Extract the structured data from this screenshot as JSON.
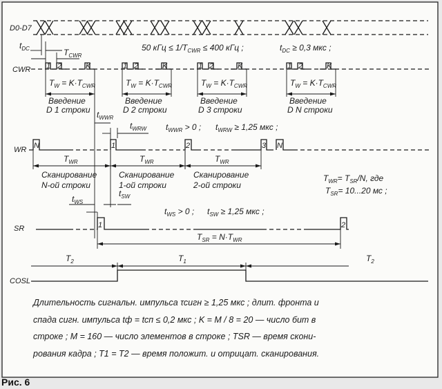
{
  "figure_caption": "Рис. 6",
  "signals": {
    "data": "D0-D7",
    "cwr": "CWR",
    "wr": "WR",
    "sr": "SR",
    "cosl": "COSL"
  },
  "constraints": {
    "cwr_freq": "50 кГц ≤ 1/T",
    "cwr_freq_sub": "CWR",
    "cwr_freq_tail": " ≤ 400 кГц ;",
    "tdc": "t",
    "tdc_sub": "DC",
    "tdc_tail": " ≥ 0,3 мкс ;",
    "twwr": "t",
    "twwr_sub": "WWR",
    "twwr_tail": " > 0 ;",
    "twrw": "t",
    "twrw_sub": "WRW",
    "twrw_tail": " ≥ 1,25 мкс ;",
    "tws": "t",
    "tws_sub": "WS",
    "tws_tail": " > 0 ;",
    "tsw": "t",
    "tsw_sub": "SW",
    "tsw_tail": " ≥ 1,25 мкс ;",
    "twr_eq": "T",
    "twr_eq_sub": "WR",
    "twr_eq_mid": "= T",
    "twr_eq_sub2": "SR",
    "twr_eq_tail": "/N, где",
    "tsr_eq": "T",
    "tsr_eq_sub": "SR",
    "tsr_eq_tail": "= 10...20 мс ;"
  },
  "cwr_pulses": [
    "1",
    "2",
    "K"
  ],
  "tw_label": {
    "a": "T",
    "a_sub": "W",
    "b": " = K·T",
    "b_sub": "CWR"
  },
  "rows_entry": [
    {
      "line1": "Введение",
      "line2": "D 1 строки"
    },
    {
      "line1": "Введение",
      "line2": "D 2 строки"
    },
    {
      "line1": "Введение",
      "line2": "D 3 строки"
    },
    {
      "line1": "Введение",
      "line2": "D N строки"
    }
  ],
  "wr_pulses": [
    "N",
    "1",
    "2",
    "3",
    "N"
  ],
  "twr_label": {
    "a": "T",
    "a_sub": "WR"
  },
  "scan_rows": [
    {
      "line1": "Сканирование",
      "line2": "N-ой строки"
    },
    {
      "line1": "Сканирование",
      "line2": "1-ой строки"
    },
    {
      "line1": "Сканирование",
      "line2": "2-ой строки"
    }
  ],
  "sr_pulses": [
    "1",
    "2"
  ],
  "tsr_label": {
    "a": "T",
    "a_sub": "SR",
    "b": " = N·T",
    "b_sub": "WR"
  },
  "tcwr_label": {
    "a": "T",
    "a_sub": "CWR"
  },
  "tdc_label": {
    "a": "t",
    "a_sub": "DC"
  },
  "twwr_label": {
    "a": "t",
    "a_sub": "WWR"
  },
  "twrw_label": {
    "a": "t",
    "a_sub": "WRW"
  },
  "tws_label": {
    "a": "t",
    "a_sub": "WS"
  },
  "tsw_label": {
    "a": "t",
    "a_sub": "SW"
  },
  "t2_label": {
    "a": "T",
    "a_sub": "2"
  },
  "t1_label": {
    "a": "T",
    "a_sub": "1"
  },
  "notes": [
    "Длительность  сигнальн.  импульса  τсигн ≥ 1,25 мкс ; длит. фронта  и",
    "спада сигн.  импульса  tф = tсп ≤ 0,2 мкс ;  K = M / 8 = 20  — число бит  в",
    "строке ;  M = 160  — число элементов в строке ;  TSR — время скони-",
    "рования   кадра  ;  T1 = T2  — время положит.  и отрицат.  сканирования."
  ]
}
